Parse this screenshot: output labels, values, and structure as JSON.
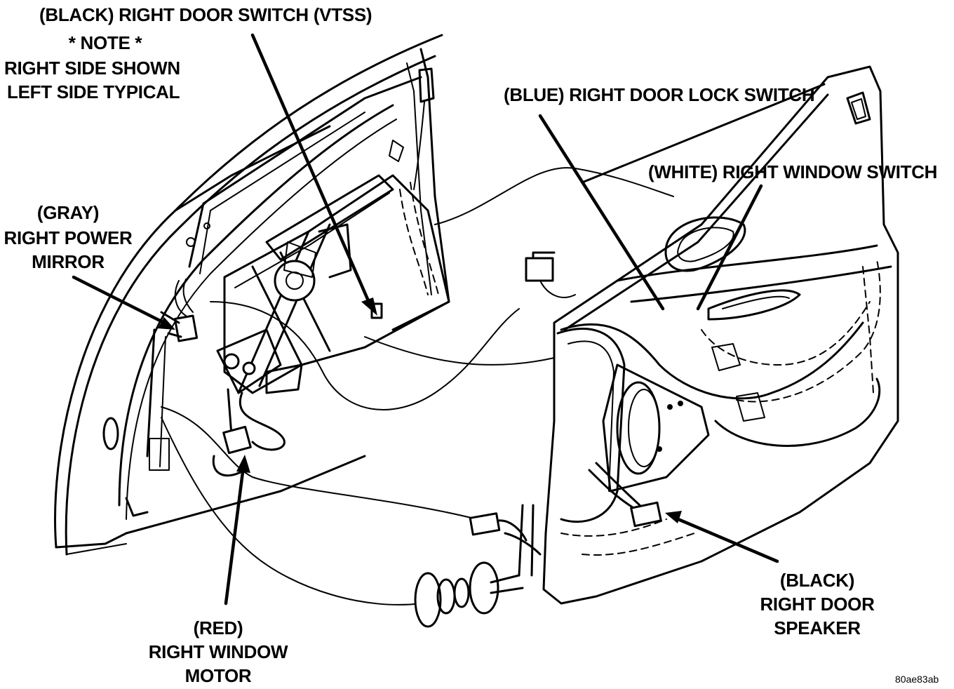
{
  "diagram": {
    "labels": {
      "vtss": "(BLACK) RIGHT DOOR SWITCH (VTSS)",
      "note_title": "* NOTE *",
      "note_line1": "RIGHT SIDE SHOWN",
      "note_line2": "LEFT SIDE TYPICAL",
      "lock_switch": "(BLUE) RIGHT DOOR LOCK SWITCH",
      "window_switch": "(WHITE) RIGHT WINDOW SWITCH",
      "mirror_line1": "(GRAY)",
      "mirror_line2": "RIGHT POWER",
      "mirror_line3": "MIRROR",
      "motor_line1": "(RED)",
      "motor_line2": "RIGHT WINDOW",
      "motor_line3": "MOTOR",
      "speaker_line1": "(BLACK)",
      "speaker_line2": "RIGHT DOOR",
      "speaker_line3": "SPEAKER"
    },
    "figure_code": "80ae83ab"
  }
}
